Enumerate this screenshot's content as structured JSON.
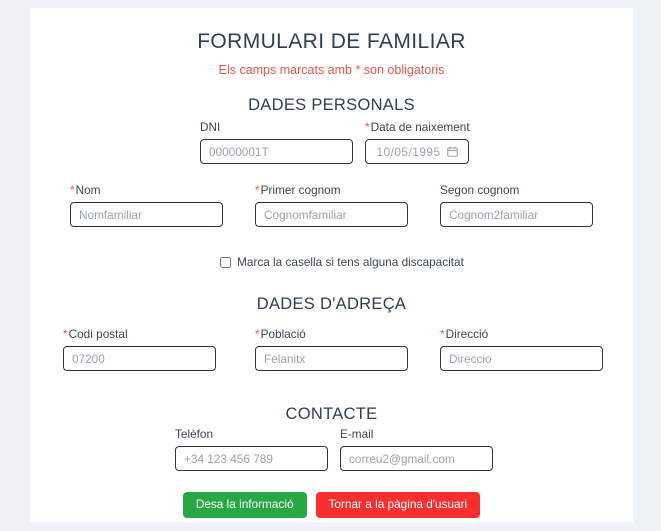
{
  "form": {
    "title": "FORMULARI DE FAMILIAR",
    "subtitle": "Els camps marcats amb * son obligatoris",
    "required_marker": "*"
  },
  "sections": {
    "personals": {
      "heading": "DADES PERSONALS",
      "fields": {
        "dni": {
          "label": "DNI",
          "placeholder": "00000001T",
          "value": "",
          "required": false
        },
        "data_naixement": {
          "label": "Data de naixement",
          "value": "10/05/1995",
          "required": true,
          "icon": "calendar-icon"
        },
        "nom": {
          "label": "Nom",
          "placeholder": "Nomfamiliar",
          "value": "",
          "required": true
        },
        "primer_cognom": {
          "label": "Primer cognom",
          "placeholder": "Cognomfamiliar",
          "value": "",
          "required": true
        },
        "segon_cognom": {
          "label": "Segon cognom",
          "placeholder": "Cognom2familiar",
          "value": "",
          "required": false
        }
      },
      "checkbox": {
        "label": "Marca la casella si tens alguna discapacitat",
        "checked": false
      }
    },
    "adreca": {
      "heading": "DADES D'ADREÇA",
      "fields": {
        "codi_postal": {
          "label": "Codi postal",
          "placeholder": "07200",
          "value": "",
          "required": true
        },
        "poblacio": {
          "label": "Població",
          "placeholder": "Felanitx",
          "value": "",
          "required": true
        },
        "direccio": {
          "label": "Direcció",
          "placeholder": "Direccio",
          "value": "",
          "required": true
        }
      }
    },
    "contacte": {
      "heading": "CONTACTE",
      "fields": {
        "telefon": {
          "label": "Telèfon",
          "placeholder": "+34 123 456 789",
          "value": "",
          "required": false
        },
        "email": {
          "label": "E-mail",
          "placeholder": "correu2@gmail.com",
          "value": "",
          "required": false
        }
      }
    }
  },
  "buttons": {
    "save": "Desa la informació",
    "back": "Tornar a la pàgina d'usuari"
  },
  "colors": {
    "page_background": "#eff2f7",
    "card_background": "#ffffff",
    "heading_text": "#2f3e52",
    "required_asterisk": "#e2574c",
    "input_border": "#2b3440",
    "placeholder_text": "#9aa2ac",
    "save_button": "#28a745",
    "back_button": "#f82f2f"
  }
}
